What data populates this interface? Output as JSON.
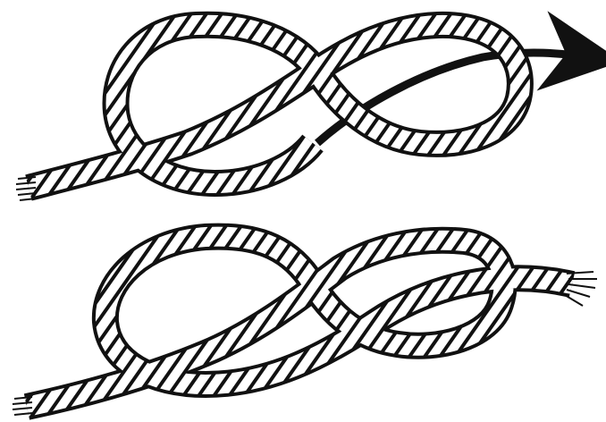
{
  "diagram": {
    "stroke_color": "#111111",
    "rope_fill": "#ffffff",
    "background": "#ffffff",
    "panels": [
      {
        "id": "loose",
        "state": "loose figure-eight knot",
        "arrow": "direction-arrow"
      },
      {
        "id": "tight",
        "state": "dressed figure-eight knot",
        "arrow": ""
      }
    ]
  }
}
